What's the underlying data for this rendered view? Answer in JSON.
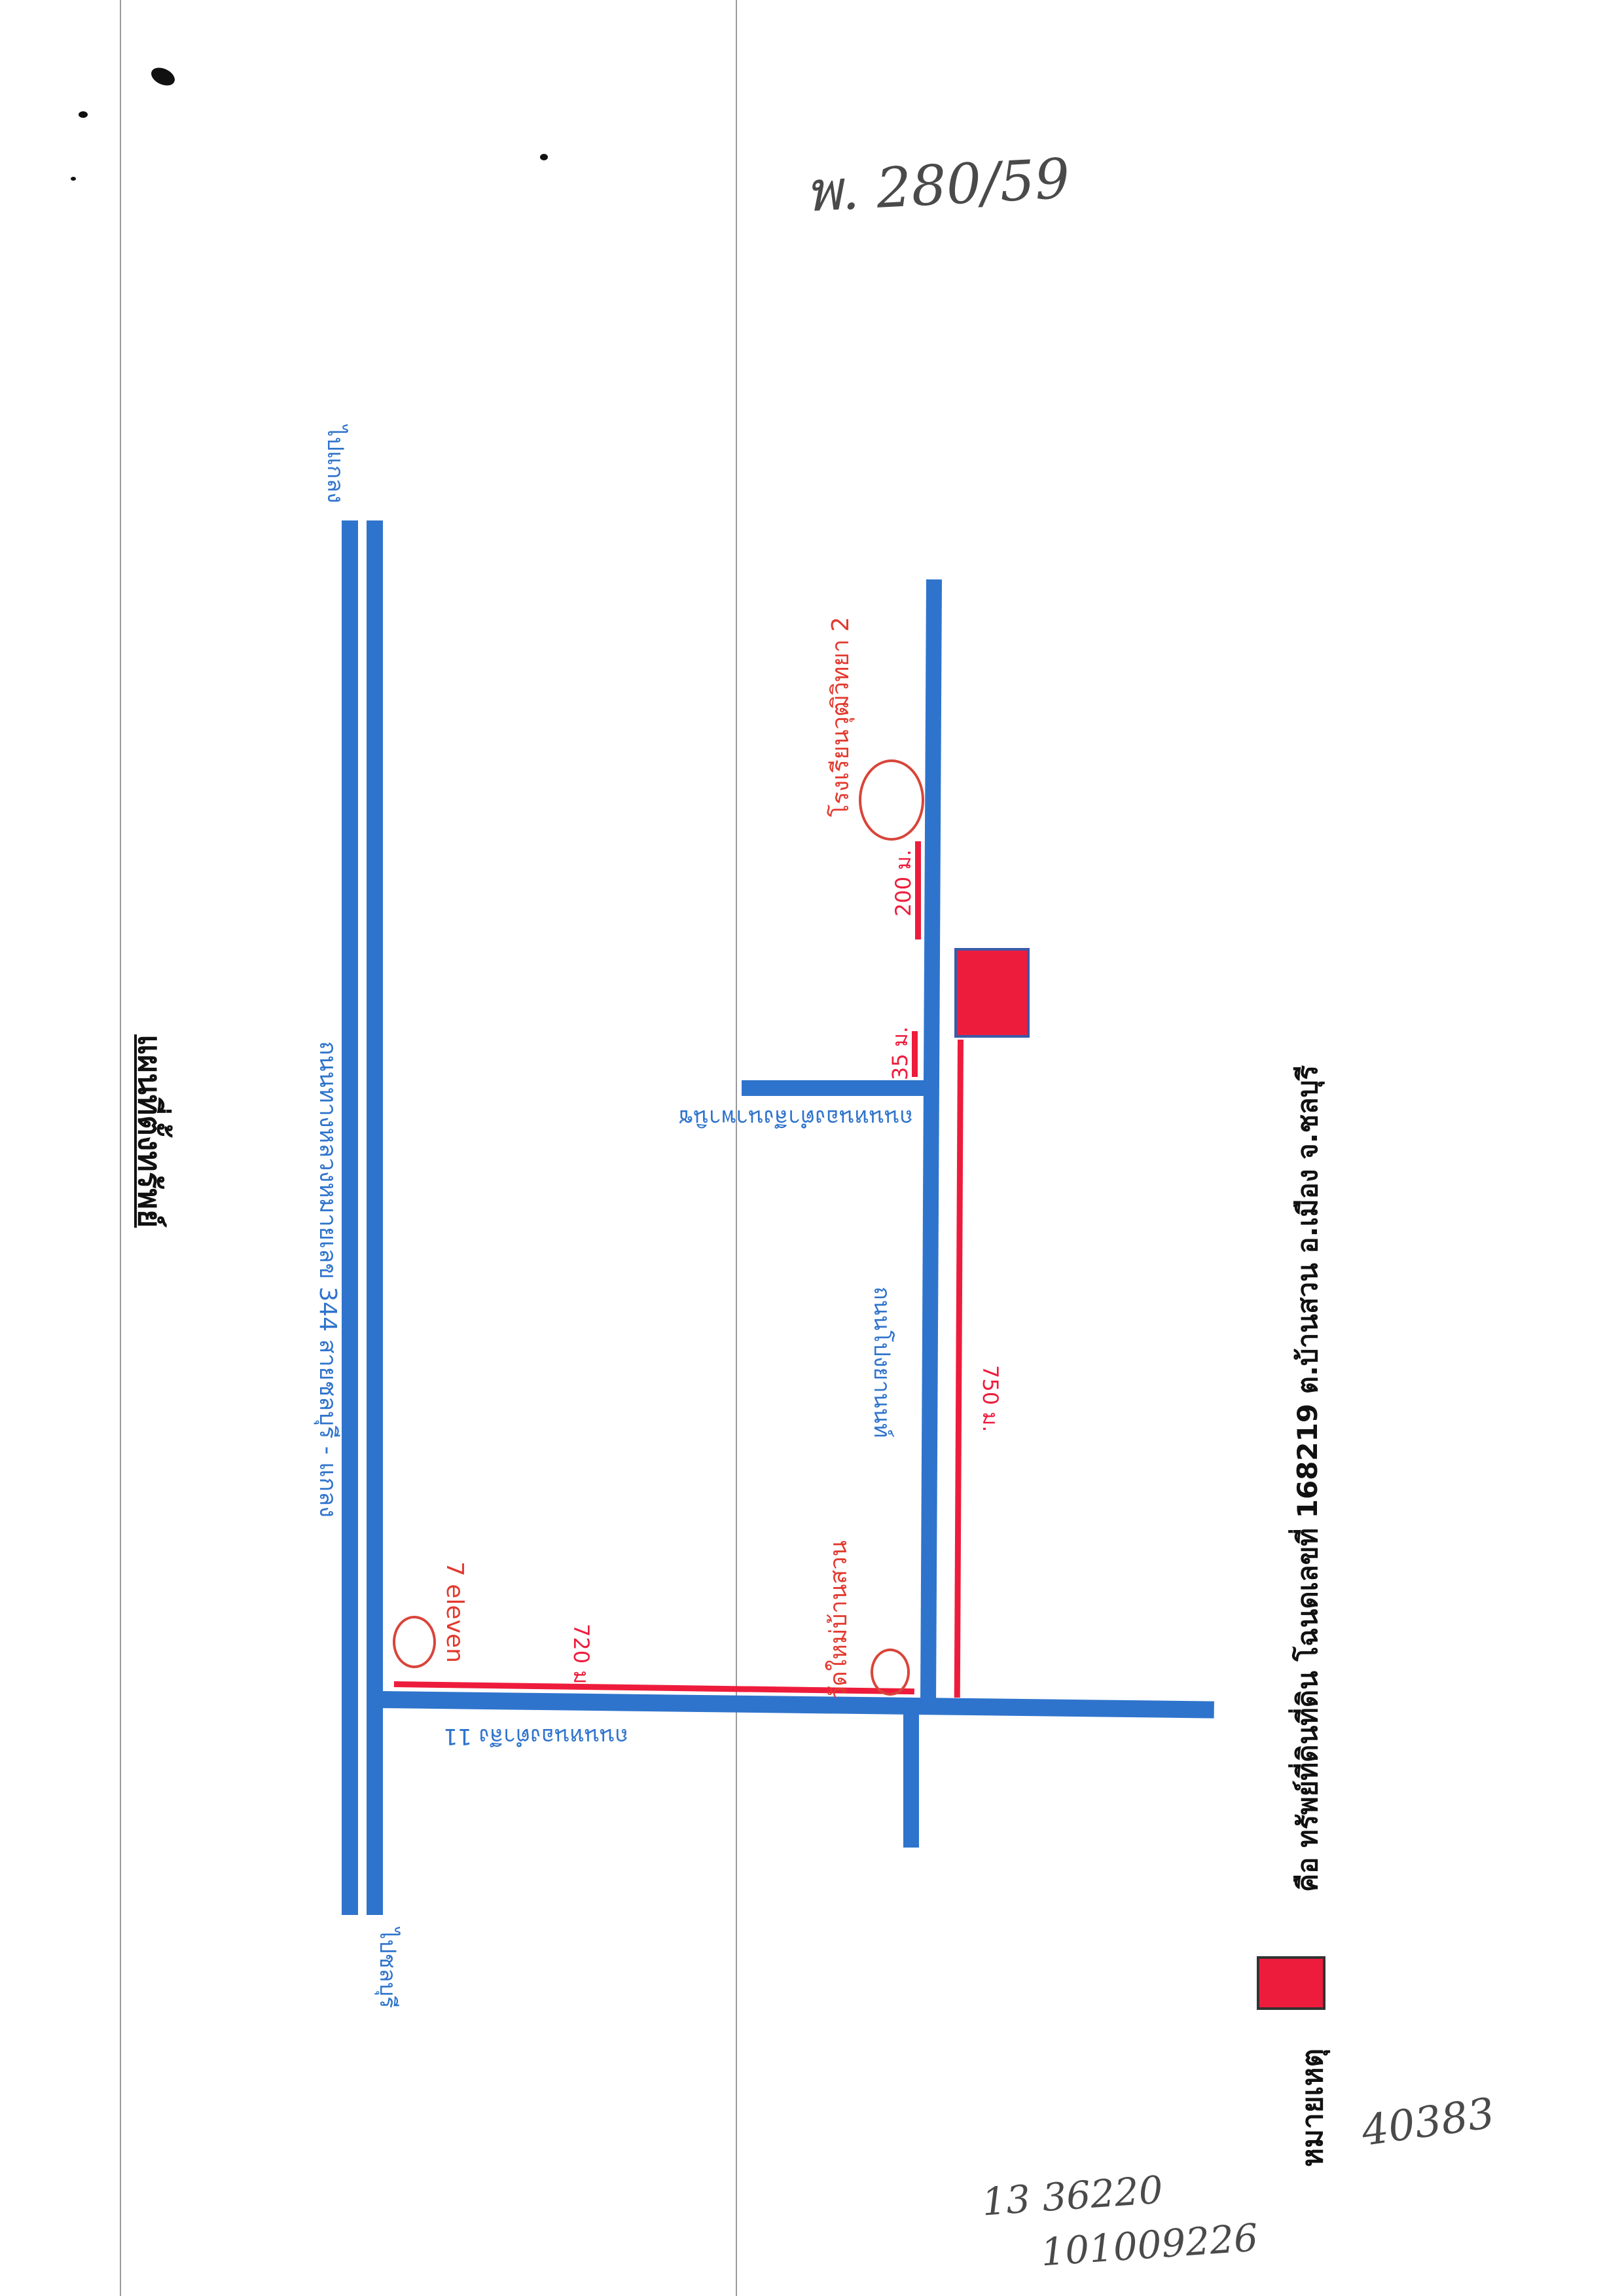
{
  "header": {
    "title": "แผนที่ตั้งทรัพย์",
    "ref_number": "พ. 280/59"
  },
  "roads": {
    "highway": "ถนนทางหลวงหมายเลข 344  สายชลบุรี - แกลง",
    "to_klaeng": "ไปแกลง",
    "to_chonburi": "ไปชลบุรี",
    "soi_11": "ถนนหนองตำลึง 11",
    "nong_tamlueng_side": "ถนนหนองตำลึงนาพานิช",
    "lane_to_property": "ถนนโปงยานนท์"
  },
  "landmarks": {
    "seven_eleven": "7 eleven",
    "school": "โรงเรียนวุฒิวิทยา 2",
    "temple": "วัดใหม่บ้านสวน"
  },
  "distances": {
    "d720": "720 ม.",
    "d750": "750 ม.",
    "d35": "35 ม.",
    "d200": "200 ม."
  },
  "legend": {
    "heading": "หมายเหตุ",
    "description": "คือ ทรัพย์ที่ดินที่ดิน โฉนดเลขที่ 168219  ต.บ้านสวน  อ.เมือง  จ.ชลบุรี",
    "swatch_color": "#ee1c3c"
  },
  "handwritten": {
    "code": "40383",
    "number_1": "13 36220",
    "number_2": "101009226"
  },
  "colors": {
    "road": "#2f74cc",
    "distance": "#ee1c3c",
    "landmark": "#d8453a"
  }
}
